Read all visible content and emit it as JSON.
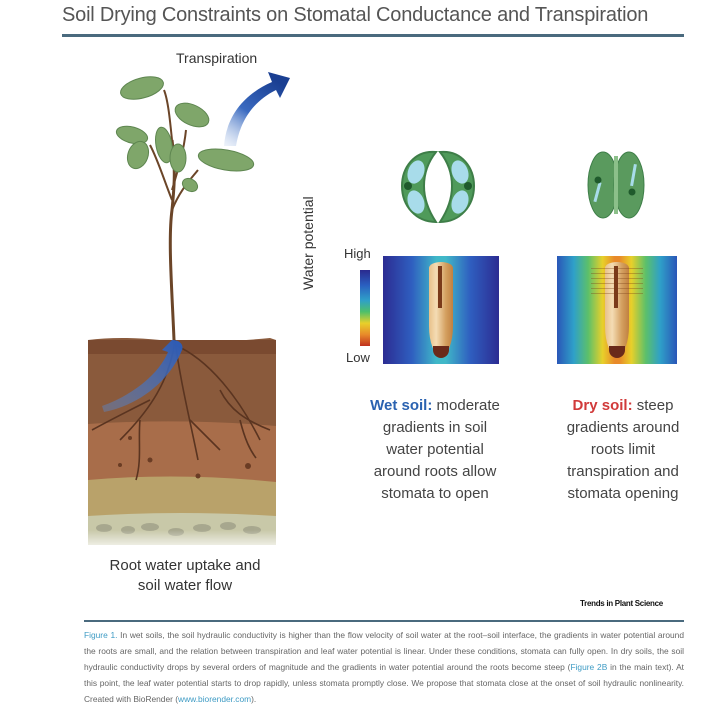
{
  "header": {
    "title": "Soil Drying Constraints on Stomatal Conductance and Transpiration"
  },
  "plant_panel": {
    "transpiration_label": "Transpiration",
    "caption_line1": "Root water uptake and",
    "caption_line2": "soil water flow",
    "arrow_color": "#1f4a9a",
    "leaf_color": "#7fa66a",
    "stem_color": "#6b4528",
    "soil_layers": [
      "#8a5a3c",
      "#a86d4a",
      "#b9a26a",
      "#c8c8a8"
    ]
  },
  "scale": {
    "axis_label": "Water potential",
    "high_label": "High",
    "low_label": "Low",
    "colors": [
      "#2a2a8e",
      "#2a5fc0",
      "#2fa0c8",
      "#4ec06a",
      "#e8d02a",
      "#e88a2a",
      "#c0301e"
    ]
  },
  "wet_panel": {
    "stomata_state": "open",
    "key": "Wet soil:",
    "text_1": " moderate",
    "lines": [
      "gradients in soil",
      "water potential",
      "around roots allow",
      "stomata to open"
    ],
    "key_color": "#2a62b0"
  },
  "dry_panel": {
    "stomata_state": "closed",
    "key": "Dry soil:",
    "text_1": " steep",
    "lines": [
      "gradients around",
      "roots limit",
      "transpiration and",
      "stomata opening"
    ],
    "key_color": "#d13a3a"
  },
  "journal": "Trends in Plant Science",
  "figure_caption": {
    "label": "Figure 1.",
    "text_a": " In wet soils, the soil hydraulic conductivity is higher than the flow velocity of soil water at the root–soil interface, the gradients in water potential around the roots are small, and the relation between transpiration and leaf water potential is linear. Under these conditions, stomata can fully open. In dry soils, the soil hydraulic conductivity drops by several orders of magnitude and the gradients in water potential around the roots become steep (",
    "ref": "Figure 2B",
    "text_b": " in the main text). At this point, the leaf water potential starts to drop rapidly, unless stomata promptly close. We propose that stomata close at the onset of soil hydraulic nonlinearity. Created with BioRender (",
    "link": "www.biorender.com",
    "text_c": ")."
  }
}
